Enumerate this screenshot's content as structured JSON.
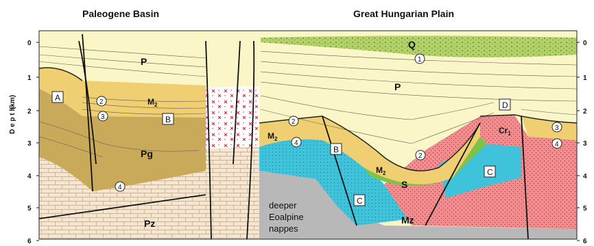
{
  "titles": {
    "left": "Paleogene Basin",
    "right": "Great Hungarian Plain"
  },
  "axis": {
    "ylabel": "D e p t h",
    "unit": "(km)",
    "ticks": [
      "0",
      "1",
      "2",
      "3",
      "4",
      "5",
      "6"
    ]
  },
  "unit_labels": {
    "Q": "Q",
    "P_left": "P",
    "P_right": "P",
    "M2_left": "M",
    "M2_left_sub": "2",
    "M2_mid": "M",
    "M2_mid_sub": "2",
    "M2_right": "M",
    "M2_right_sub": "2",
    "Pg": "Pg",
    "Pz": "Pz",
    "Mz": "Mz",
    "S": "S",
    "Cr": "Cr",
    "Cr_sub": "1"
  },
  "box_labels": {
    "A": "A",
    "B_left": "B",
    "B_right": "B",
    "C_left": "C",
    "C_right": "C",
    "D": "D"
  },
  "circle_labels": {
    "n1": "1",
    "n2_left": "2",
    "n3_left": "3",
    "n4_left": "4",
    "n2_mid": "2",
    "n4_mid": "4",
    "n2_right": "2",
    "n3_right": "3",
    "n4_right": "4"
  },
  "nappes_text": [
    "deeper",
    "Eoalpine",
    "nappes"
  ],
  "colors": {
    "quaternary": "#b4d26a",
    "pannonian": "#fbf6c7",
    "miocene": "#f0cf72",
    "miocene_dark": "#e6b84a",
    "paleogene": "#c9aa5a",
    "basement": "#f7e6cf",
    "mesozoic_blue": "#3ec3db",
    "cretaceous_red": "#f28c8e",
    "nappes_gray": "#b8b8b8",
    "sarmatian_green": "#7fc24a",
    "volcanic_red": "#cc2233"
  }
}
